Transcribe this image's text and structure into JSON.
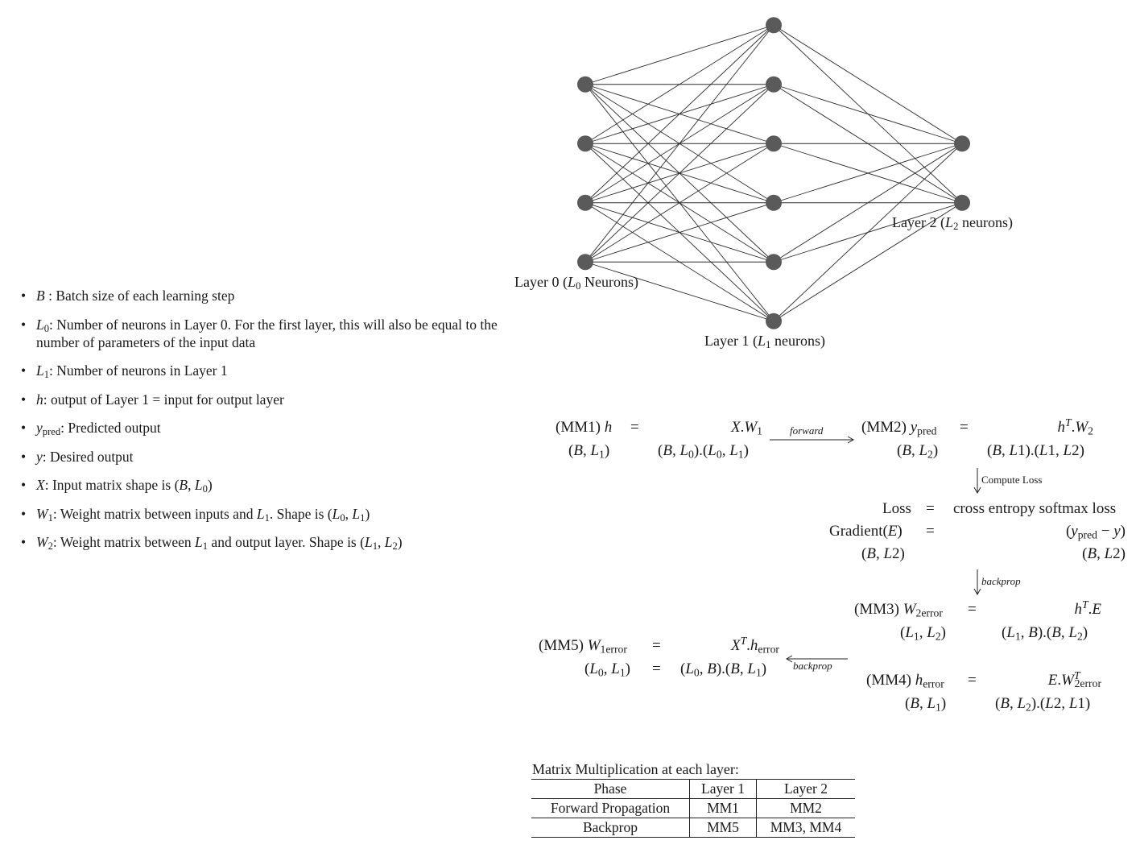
{
  "definitions": [
    {
      "sym_html": "<i>B</i>",
      "text": " : Batch size of each learning step"
    },
    {
      "sym_html": "<i>L</i><sub>0</sub>",
      "text": ": Number of neurons in Layer 0.  For the first layer, this will also be equal to the number of parameters of the input data"
    },
    {
      "sym_html": "<i>L</i><sub>1</sub>",
      "text": ": Number of neurons in Layer 1"
    },
    {
      "sym_html": "<i>h</i>",
      "text": ": output of Layer 1 = input for output layer"
    },
    {
      "sym_html": "<i>y</i><sub>pred</sub>",
      "text": ": Predicted output"
    },
    {
      "sym_html": "<i>y</i>",
      "text": ": Desired output"
    },
    {
      "sym_html": "<i>X</i>",
      "text_html": ": Input matrix shape is (<i>B</i>, <i>L</i><sub>0</sub>)"
    },
    {
      "sym_html": "<i>W</i><sub>1</sub>",
      "text_html": ": Weight matrix between inputs and <i>L</i><sub>1</sub>. Shape is (<i>L</i><sub>0</sub>, <i>L</i><sub>1</sub>)"
    },
    {
      "sym_html": "<i>W</i><sub>2</sub>",
      "text_html": ": Weight matrix between <i>L</i><sub>1</sub> and output layer. Shape is (<i>L</i><sub>1</sub>, <i>L</i><sub>2</sub>)"
    }
  ],
  "network": {
    "layers": [
      {
        "neurons": 4,
        "label_pre": "Layer 0 (",
        "label_sym": "L",
        "label_sub": "0",
        "label_post": " Neurons)"
      },
      {
        "neurons": 6,
        "label_pre": "Layer 1 (",
        "label_sym": "L",
        "label_sub": "1",
        "label_post": " neurons)"
      },
      {
        "neurons": 2,
        "label_pre": "Layer 2 (",
        "label_sym": "L",
        "label_sub": "2",
        "label_post": " neurons)"
      }
    ],
    "node_color": "#5a5a5a",
    "edge_color": "#2b2b2b"
  },
  "equations": {
    "mm1": {
      "lhs_html": "(MM1) <i>h</i>",
      "rhs_html": "<i>X</i>.<i>W</i><sub>1</sub>",
      "lhs_shape_html": "(<i>B</i>, <i>L</i><sub>1</sub>)",
      "rhs_shape_html": "(<i>B</i>, <i>L</i><sub>0</sub>).(<i>L</i><sub>0</sub>, <i>L</i><sub>1</sub>)"
    },
    "forward_label": "forward",
    "mm2": {
      "lhs_html": "(MM2) <i>y</i><sub>pred</sub>",
      "rhs_html": "<i>h</i><sup><i>T</i></sup>.<i>W</i><sub>2</sub>",
      "lhs_shape_html": "(<i>B</i>, <i>L</i><sub>2</sub>)",
      "rhs_shape_html": "(<i>B</i>, <i>L</i>1).(<i>L</i>1, <i>L</i>2)"
    },
    "compute_loss_label": "Compute Loss",
    "loss": {
      "lhs": "Loss",
      "rhs": "cross entropy softmax loss"
    },
    "gradient": {
      "lhs_html": "Gradient(<i>E</i>)",
      "rhs_html": "(<i>y</i><sub>pred</sub> &minus; <i>y</i>)",
      "lhs_shape_html": "(<i>B</i>, <i>L</i>2)",
      "rhs_shape_html": "(<i>B</i>, <i>L</i>2)"
    },
    "backprop_label": "backprop",
    "mm3": {
      "lhs_html": "(MM3) <i>W</i><sub>2error</sub>",
      "rhs_html": "<i>h</i><sup><i>T</i></sup>.<i>E</i>",
      "lhs_shape_html": "(<i>L</i><sub>1</sub>, <i>L</i><sub>2</sub>)",
      "rhs_shape_html": "(<i>L</i><sub>1</sub>, <i>B</i>).(<i>B</i>, <i>L</i><sub>2</sub>)"
    },
    "mm4": {
      "lhs_html": "(MM4) <i>h</i><sub>error</sub>",
      "rhs_html": "<i>E</i>.<i>W</i><sup><i>T</i></sup><sub style=\"margin-left:-7px\">2error</sub>",
      "lhs_shape_html": "(<i>B</i>, <i>L</i><sub>1</sub>)",
      "rhs_shape_html": "(<i>B</i>, <i>L</i><sub>2</sub>).(<i>L</i>2, <i>L</i>1)"
    },
    "mm5": {
      "lhs_html": "(MM5) <i>W</i><sub>1error</sub>",
      "rhs_html": "<i>X</i><sup><i>T</i></sup>.<i>h</i><sub>error</sub>",
      "lhs_shape_html": "(<i>L</i><sub>0</sub>, <i>L</i><sub>1</sub>)",
      "rhs_shape_html": "(<i>L</i><sub>0</sub>, <i>B</i>).(<i>B</i>, <i>L</i><sub>1</sub>)"
    },
    "eq_sign": "="
  },
  "table": {
    "title": "Matrix Multiplication at each layer:",
    "headers": [
      "Phase",
      "Layer 1",
      "Layer 2"
    ],
    "rows": [
      [
        "Forward Propagation",
        "MM1",
        "MM2"
      ],
      [
        "Backprop",
        "MM5",
        "MM3, MM4"
      ]
    ]
  }
}
